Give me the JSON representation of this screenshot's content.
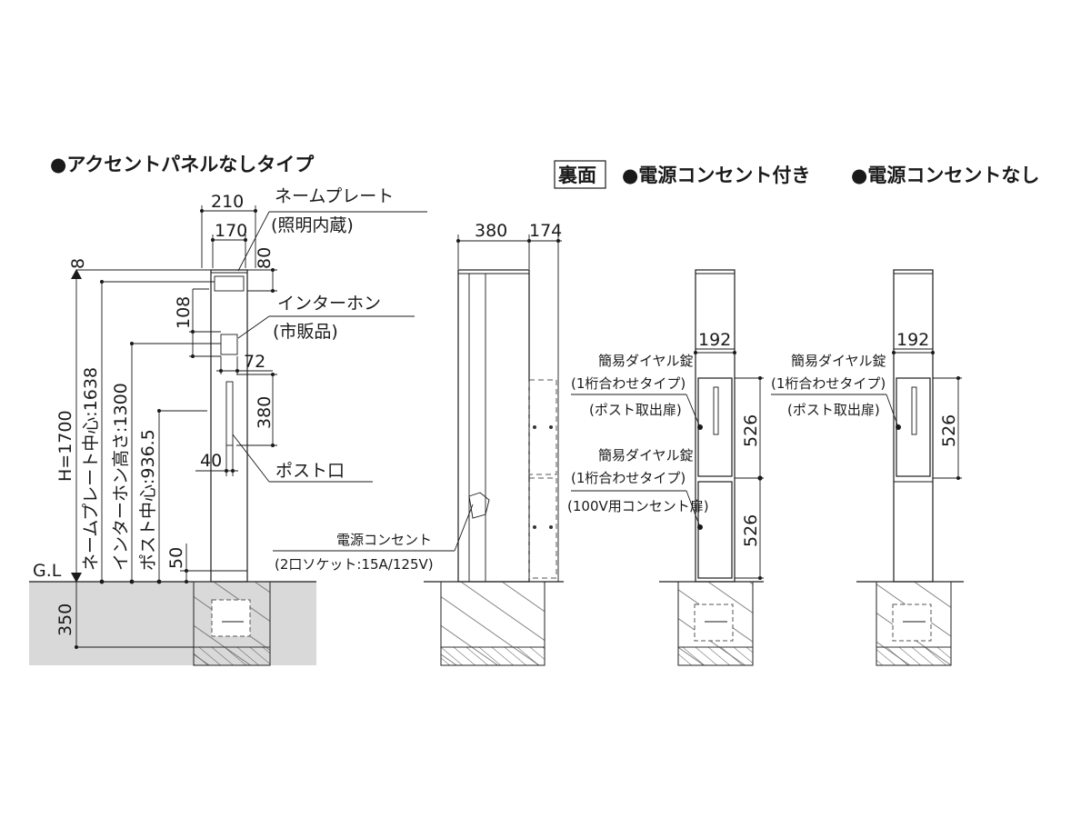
{
  "headers": {
    "left": "●アクセントパネルなしタイプ",
    "back_tag": "裏面",
    "with_outlet": "●電源コンセント付き",
    "without_outlet": "●電源コンセントなし"
  },
  "left_view": {
    "dim_width_total": "210",
    "dim_width_inner": "170",
    "dim_top_gap": "8",
    "dim_nameplate_h": "80",
    "dim_intercom_h": "108",
    "dim_intercom_w": "72",
    "dim_post_slot_h": "380",
    "dim_post_slot_w": "40",
    "dim_bottom": "50",
    "dim_ground": "350",
    "height_total": "H=1700",
    "nameplate_center": "ネームプレート中心:1638",
    "intercom_height": "インターホン高さ:1300",
    "post_center": "ポスト中心:936.5",
    "ground_line": "G.L",
    "label_nameplate": "ネームプレート",
    "label_nameplate_sub": "(照明内蔵)",
    "label_intercom": "インターホン",
    "label_intercom_sub": "(市販品)",
    "label_post_slot": "ポスト口"
  },
  "side_view": {
    "dim_depth": "380",
    "dim_extra": "174",
    "label_outlet": "電源コンセント",
    "label_outlet_sub": "(2口ソケット:15A/125V)"
  },
  "back_with_outlet": {
    "dim_width": "192",
    "dim_door_upper": "526",
    "dim_door_lower": "526",
    "lock1_title": "簡易ダイヤル錠",
    "lock1_type": "(1桁合わせタイプ)",
    "lock1_door": "(ポスト取出扉)",
    "lock2_title": "簡易ダイヤル錠",
    "lock2_type": "(1桁合わせタイプ)",
    "lock2_door": "(100V用コンセント扉)"
  },
  "back_without_outlet": {
    "dim_width": "192",
    "dim_door": "526",
    "lock_title": "簡易ダイヤル錠",
    "lock_type": "(1桁合わせタイプ)",
    "lock_door": "(ポスト取出扉)"
  }
}
